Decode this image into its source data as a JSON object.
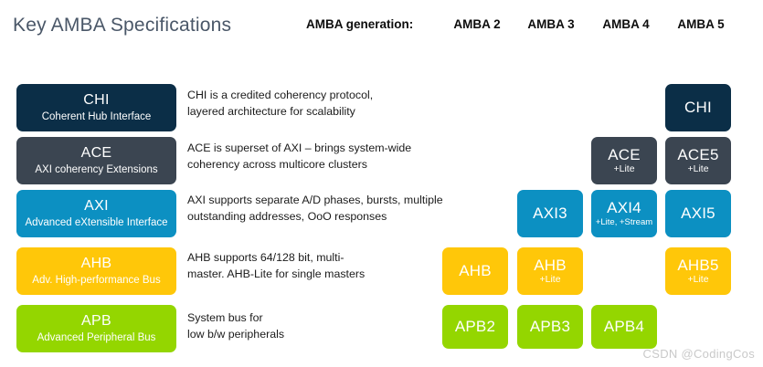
{
  "page_title": "Key AMBA Specifications",
  "theme": {
    "title_color": "#4a5768",
    "background": "#ffffff",
    "chi_color": "#0b2e47",
    "ace_color": "#3b4551",
    "axi_color": "#0c90c2",
    "ahb_color": "#ffc709",
    "apb_color": "#94d600",
    "watermark_color": "#c9c9c9"
  },
  "header": {
    "generation_label": "AMBA generation:",
    "generations": [
      "AMBA 2",
      "AMBA 3",
      "AMBA 4",
      "AMBA 5"
    ]
  },
  "rows": [
    {
      "abbr": "CHI",
      "full_name": "Coherent Hub Interface",
      "description_line1": "CHI is a credited coherency protocol,",
      "description_line2": "layered architecture for scalability",
      "cells": [
        {
          "generation": "AMBA 2",
          "main": "",
          "sub": "",
          "present": false
        },
        {
          "generation": "AMBA 3",
          "main": "",
          "sub": "",
          "present": false
        },
        {
          "generation": "AMBA 4",
          "main": "",
          "sub": "",
          "present": false
        },
        {
          "generation": "AMBA 5",
          "main": "CHI",
          "sub": "",
          "present": true
        }
      ]
    },
    {
      "abbr": "ACE",
      "full_name": "AXI coherency Extensions",
      "description_line1": "ACE is superset of AXI – brings system-wide",
      "description_line2": "coherency across multicore clusters",
      "cells": [
        {
          "generation": "AMBA 2",
          "main": "",
          "sub": "",
          "present": false
        },
        {
          "generation": "AMBA 3",
          "main": "",
          "sub": "",
          "present": false
        },
        {
          "generation": "AMBA 4",
          "main": "ACE",
          "sub": "+Lite",
          "present": true
        },
        {
          "generation": "AMBA 5",
          "main": "ACE5",
          "sub": "+Lite",
          "present": true
        }
      ]
    },
    {
      "abbr": "AXI",
      "full_name": "Advanced eXtensible Interface",
      "description_line1": "AXI supports separate A/D phases, bursts, multiple",
      "description_line2": "outstanding addresses, OoO responses",
      "cells": [
        {
          "generation": "AMBA 2",
          "main": "",
          "sub": "",
          "present": false
        },
        {
          "generation": "AMBA 3",
          "main": "AXI3",
          "sub": "",
          "present": true
        },
        {
          "generation": "AMBA 4",
          "main": "AXI4",
          "sub": "+Lite, +Stream",
          "present": true
        },
        {
          "generation": "AMBA 5",
          "main": "AXI5",
          "sub": "",
          "present": true
        }
      ]
    },
    {
      "abbr": "AHB",
      "full_name": "Adv. High-performance Bus",
      "description_line1": "AHB supports 64/128 bit, multi-",
      "description_line2": "master.  AHB-Lite for single masters",
      "cells": [
        {
          "generation": "AMBA 2",
          "main": "AHB",
          "sub": "",
          "present": true
        },
        {
          "generation": "AMBA 3",
          "main": "AHB",
          "sub": "+Lite",
          "present": true
        },
        {
          "generation": "AMBA 4",
          "main": "",
          "sub": "",
          "present": false
        },
        {
          "generation": "AMBA 5",
          "main": "AHB5",
          "sub": "+Lite",
          "present": true
        }
      ]
    },
    {
      "abbr": "APB",
      "full_name": "Advanced Peripheral Bus",
      "description_line1": "System bus for",
      "description_line2": "low b/w peripherals",
      "cells": [
        {
          "generation": "AMBA 2",
          "main": "APB2",
          "sub": "",
          "present": true
        },
        {
          "generation": "AMBA 3",
          "main": "APB3",
          "sub": "",
          "present": true
        },
        {
          "generation": "AMBA 4",
          "main": "APB4",
          "sub": "",
          "present": true
        },
        {
          "generation": "AMBA 5",
          "main": "",
          "sub": "",
          "present": false
        }
      ]
    }
  ],
  "watermark": "CSDN @CodingCos"
}
